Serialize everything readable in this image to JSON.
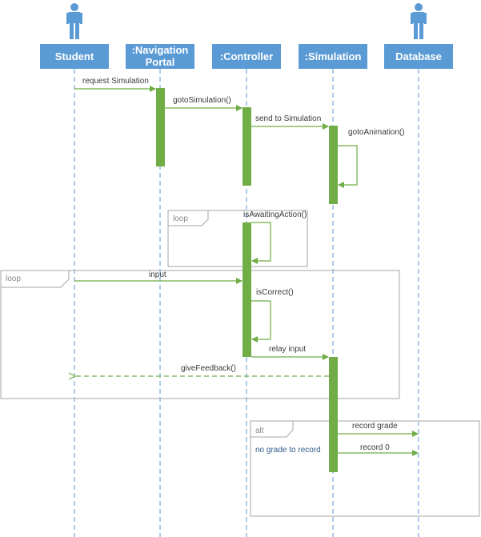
{
  "colors": {
    "participant_fill": "#5b9bd5",
    "lifeline": "#5b9bd5",
    "activation": "#70ad47",
    "message": "#70ad47",
    "frame": "#a6a6a6",
    "guard_text": "#2f5b8a"
  },
  "actors": {
    "student_icon": "person-icon",
    "database_icon": "person-icon"
  },
  "participants": [
    {
      "id": "student",
      "label": "Student"
    },
    {
      "id": "nav",
      "label_line1": ":Navigation",
      "label_line2": "Portal"
    },
    {
      "id": "controller",
      "label": ":Controller"
    },
    {
      "id": "simulation",
      "label": ":Simulation"
    },
    {
      "id": "database",
      "label": "Database"
    }
  ],
  "messages": [
    {
      "label": "request Simulation",
      "style": "solid"
    },
    {
      "label": "gotoSimulation()",
      "style": "solid"
    },
    {
      "label": "send to Simulation",
      "style": "solid"
    },
    {
      "label": "gotoAnimation()",
      "style": "solid"
    },
    {
      "label": "isAwaitingAction()",
      "style": "solid"
    },
    {
      "label": "input",
      "style": "solid"
    },
    {
      "label": "isCorrect()",
      "style": "solid"
    },
    {
      "label": "relay input",
      "style": "solid"
    },
    {
      "label": "giveFeedback()",
      "style": "dashed"
    },
    {
      "label": "record grade",
      "style": "solid"
    },
    {
      "label": "record 0",
      "style": "solid"
    }
  ],
  "frames": [
    {
      "kind": "loop",
      "tag": "loop"
    },
    {
      "kind": "loop",
      "tag": "loop"
    },
    {
      "kind": "alt",
      "tag": "alt",
      "guard": "no grade to record"
    }
  ]
}
